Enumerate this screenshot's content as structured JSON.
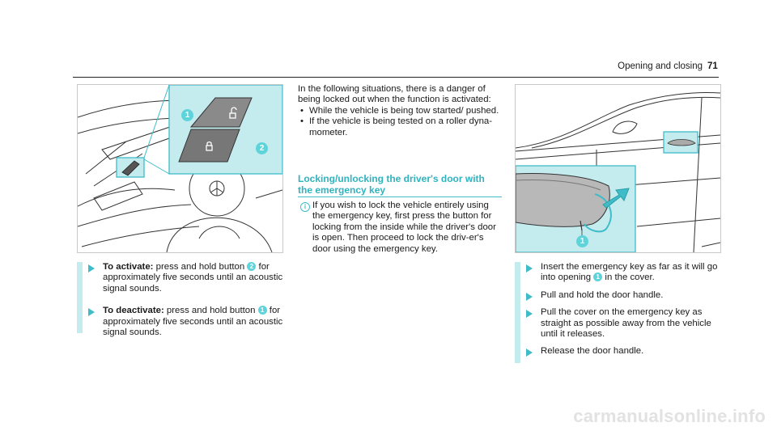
{
  "header": {
    "title": "Opening and closing",
    "page_number": "71"
  },
  "left": {
    "figure": {
      "callout1": "1",
      "callout2": "2"
    },
    "steps": [
      {
        "label": "To activate:",
        "pre": " press and hold button ",
        "num": "2",
        "post": " for approximately five seconds until an acoustic signal sounds."
      },
      {
        "label": "To deactivate:",
        "pre": " press and hold button ",
        "num": "1",
        "post": " for approximately five seconds until an acoustic signal sounds."
      }
    ]
  },
  "middle": {
    "intro": "In the following situations, there is a danger of being locked out when the function is activated:",
    "bullets": [
      "While the vehicle is being tow started/ pushed.",
      "If the vehicle is being tested on a roller dyna-mometer."
    ],
    "section_title": "Locking/unlocking the driver's door with the emergency key",
    "info_icon": "i",
    "info_text": "If you wish to lock the vehicle entirely using the emergency key, first press the button for locking from the inside while the driver's door is open. Then proceed to lock the driv-er's door using the emergency key."
  },
  "right": {
    "figure": {
      "callout1": "1"
    },
    "steps": [
      {
        "pre": "Insert the emergency key as far as it will go into opening ",
        "num": "1",
        "post": " in the cover."
      },
      {
        "pre": "Pull and hold the door handle."
      },
      {
        "pre": "Pull the cover on the emergency key as straight as possible away from the vehicle until it releases."
      },
      {
        "pre": "Release the door handle."
      }
    ]
  },
  "watermark": "carmanualsonline.info",
  "colors": {
    "accent": "#3fbcc8",
    "highlight": "#c4ecee",
    "callout": "#5fd3da"
  }
}
